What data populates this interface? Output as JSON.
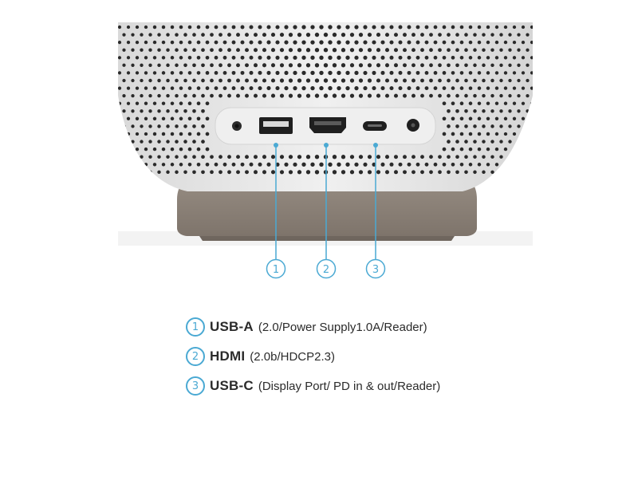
{
  "accent_color": "#4aa9d3",
  "callouts": [
    {
      "number": "1",
      "target": "usb-a-port"
    },
    {
      "number": "2",
      "target": "hdmi-port"
    },
    {
      "number": "3",
      "target": "usb-c-port"
    }
  ],
  "legend": [
    {
      "number": "1",
      "name": "USB-A",
      "detail": "(2.0/Power Supply1.0A/Reader)"
    },
    {
      "number": "2",
      "name": "HDMI",
      "detail": "(2.0b/HDCP2.3)"
    },
    {
      "number": "3",
      "name": "USB-C",
      "detail": "(Display Port/ PD in & out/Reader)"
    }
  ],
  "device": {
    "body_color": "#e6e6e6",
    "panel_color": "#eeeeee",
    "stand_color": "#8d8379",
    "grille_hole_color": "#2a2a2a"
  }
}
